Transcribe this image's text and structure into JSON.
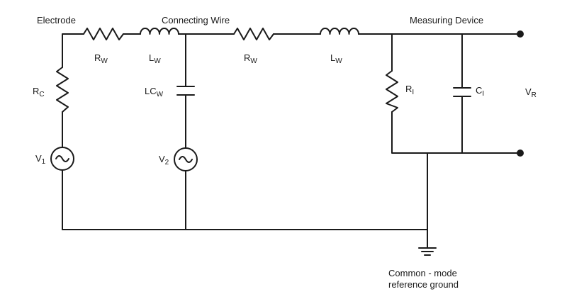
{
  "labels": {
    "electrode": "Electrode",
    "connecting_wire": "Connecting Wire",
    "measuring_device": "Measuring Device",
    "ground_line1": "Common - mode",
    "ground_line2": "reference ground"
  },
  "components": {
    "rw1": {
      "main": "R",
      "sub": "W"
    },
    "lw1": {
      "main": "L",
      "sub": "W"
    },
    "rw2": {
      "main": "R",
      "sub": "W"
    },
    "lw2": {
      "main": "L",
      "sub": "W"
    },
    "rc": {
      "main": "R",
      "sub": "C"
    },
    "lcw": {
      "main": "LC",
      "sub": "W"
    },
    "v1": {
      "main": "V",
      "sub": "1"
    },
    "v2": {
      "main": "V",
      "sub": "2"
    },
    "ri": {
      "main": "R",
      "sub": "I"
    },
    "ci": {
      "main": "C",
      "sub": "I"
    },
    "vr": {
      "main": "V",
      "sub": "R"
    }
  }
}
